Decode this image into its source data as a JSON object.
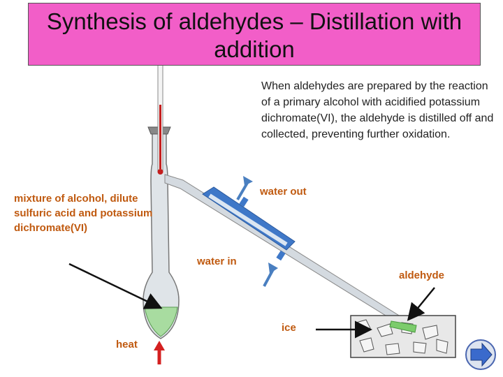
{
  "title": "Synthesis of aldehydes – Distillation with addition",
  "description": "When aldehydes are prepared by the reaction of a primary alcohol with acidified potassium dichromate(VI), the aldehyde is distilled off and collected, preventing further oxidation.",
  "labels": {
    "mixture": "mixture of alcohol, dilute sulfuric acid and potassium dichromate(VI)",
    "water_out": "water out",
    "water_in": "water in",
    "aldehyde": "aldehyde",
    "ice": "ice",
    "heat": "heat"
  },
  "colors": {
    "title_bg": "#f25ec8",
    "label_text": "#c05a10",
    "water_arrow": "#4a7fc0",
    "heat_arrow": "#d42020",
    "liquid": "#a8dca0"
  },
  "icons": [
    "thermometer-icon",
    "next-slide-icon"
  ]
}
